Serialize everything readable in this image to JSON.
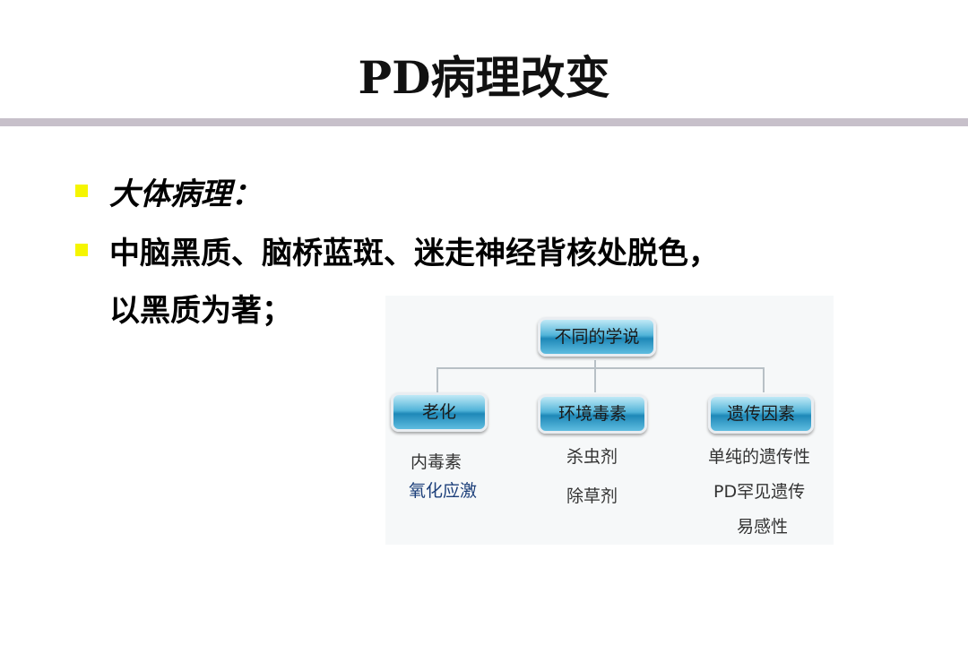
{
  "slide": {
    "title": "PD病理改变",
    "bullets": [
      "大体病理：",
      "中脑黑质、脑桥蓝斑、迷走神经背核处脱色，",
      "以黑质为著；"
    ]
  },
  "diagram": {
    "root": "不同的学说",
    "branches": [
      {
        "label": "老化",
        "items": [
          "内毒素",
          "氧化应激"
        ]
      },
      {
        "label": "环境毒素",
        "items": [
          "杀虫剂",
          "除草剂"
        ]
      },
      {
        "label": "遗传因素",
        "items": [
          "单纯的遗传性",
          "PD罕见遗传",
          "易感性"
        ]
      }
    ]
  },
  "colors": {
    "accent_bar": "#c7c0ca",
    "bullet_marker": "#f5f500",
    "node_blue": "#1e88b8",
    "accent_text": "#1c3f7a"
  }
}
